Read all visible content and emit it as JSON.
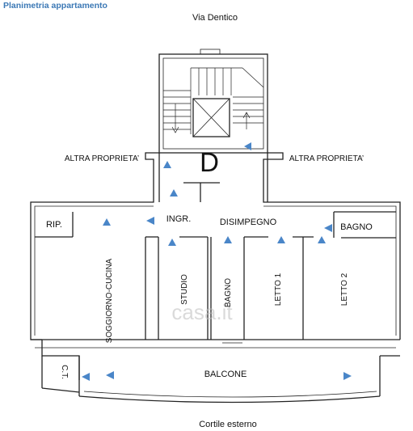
{
  "header": {
    "title": "Planimetria appartamento"
  },
  "labels": {
    "street": "Via Dentico",
    "courtyard": "Cortile esterno",
    "other_left": "ALTRA PROPRIETA’",
    "other_right": "ALTRA PROPRIETA’",
    "unit_letter": "D",
    "storage": "RIP.",
    "entrance": "INGR.",
    "hallway": "DISIMPEGNO",
    "bath_top": "BAGNO",
    "living_kitchen": "SOGGIORNO-CUCINA",
    "studio": "STUDIO",
    "bath_mid": "BAGNO",
    "bedroom1": "LETTO 1",
    "bedroom2": "LETTO 2",
    "balcony": "BALCONE",
    "ct": "C.T."
  },
  "watermark": "casa.it",
  "colors": {
    "wall": "#222222",
    "marker": "#4a86c8",
    "header": "#3b78b5"
  }
}
